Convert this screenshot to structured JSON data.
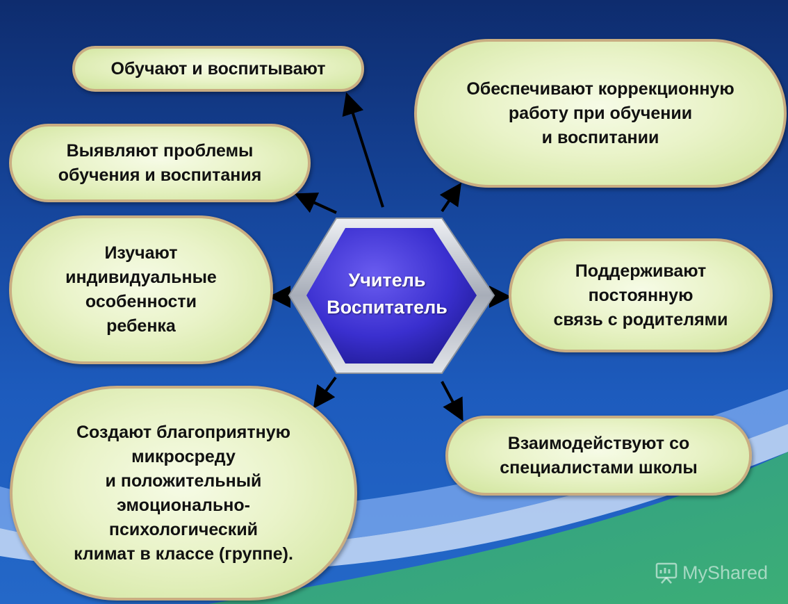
{
  "center": {
    "label": "Учитель\nВоспитатель"
  },
  "bubbles": [
    {
      "text": "Обучают и воспитывают"
    },
    {
      "text": "Выявляют проблемы\nобучения и воспитания"
    },
    {
      "text": "Изучают\nиндивидуальные\nособенности\nребенка"
    },
    {
      "text": "Создают благоприятную\nмикросреду\nи положительный\nэмоционально-\nпсихологический\nклимат в классе (группе)."
    },
    {
      "text": "Обеспечивают коррекционную\nработу при обучении\nи воспитании"
    },
    {
      "text": "Поддерживают\nпостоянную\nсвязь с родителями"
    },
    {
      "text": "Взаимодействуют со\nспециалистами школы"
    }
  ],
  "watermark": {
    "text": "MyShared",
    "icon": "presentation-board-icon"
  },
  "colors": {
    "background_top": "#0e2c6e",
    "background_bottom": "#2468c8",
    "bubble_fill": "#e9f3c8",
    "bubble_border": "#c9ad82",
    "hexagon_fill": "#3a2fcf",
    "hexagon_frame": "#c8ccd4",
    "arrow": "#000000"
  }
}
